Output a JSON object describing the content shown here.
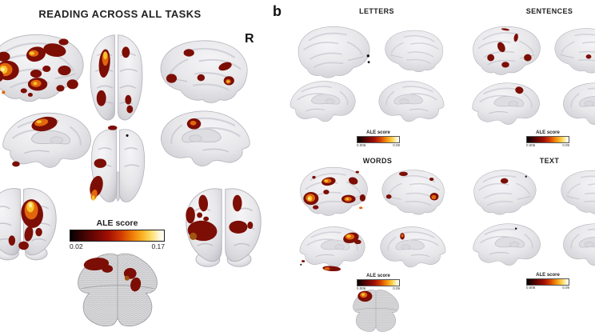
{
  "figure": {
    "panel_a": {
      "title": "READING ACROSS ALL TASKS",
      "orientation_label": "R",
      "colorbar": {
        "title": "ALE score",
        "min": "0.02",
        "max": "0.17"
      }
    },
    "panel_b": {
      "label": "b",
      "subpanels": [
        {
          "id": "letters",
          "title": "LETTERS",
          "colorbar": {
            "title": "ALE score",
            "min": "0.006",
            "max": "0.09"
          }
        },
        {
          "id": "sentences",
          "title": "SENTENCES",
          "colorbar": {
            "title": "ALE score",
            "min": "0.006",
            "max": "0.09"
          }
        },
        {
          "id": "words",
          "title": "WORDS",
          "colorbar": {
            "title": "ALE score",
            "min": "0.006",
            "max": "0.09"
          }
        },
        {
          "id": "text",
          "title": "TEXT",
          "colorbar": {
            "title": "ALE score",
            "min": "0.006",
            "max": "0.09"
          }
        }
      ]
    },
    "colors": {
      "background": "#ffffff",
      "brain_surface": "#e7e7ea",
      "activation_dark_red": "#7c0e05",
      "activation_red": "#a31104",
      "activation_orange": "#e2660c",
      "activation_yellow": "#f5c42d",
      "activation_pale": "#fbeb9a",
      "ale_gradient": [
        "#050101",
        "#3a0303",
        "#6f0704",
        "#a30f03",
        "#cf3a03",
        "#ee7a06",
        "#f9b325",
        "#fcdf70",
        "#fef7d8",
        "#fffef8"
      ]
    }
  }
}
